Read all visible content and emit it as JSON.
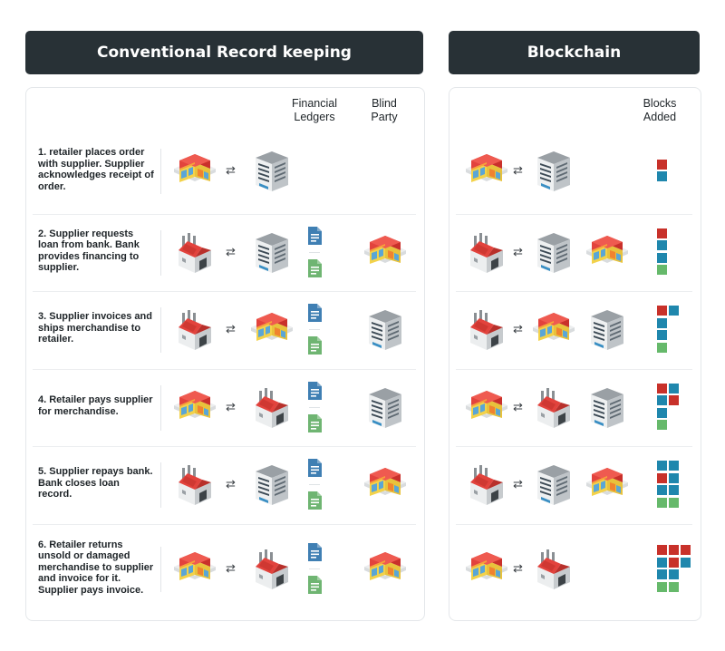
{
  "headers": {
    "conventional": "Conventional Record keeping",
    "blockchain": "Blockchain"
  },
  "columns": {
    "financial_ledgers": "Financial Ledgers",
    "blind_party": "Blind Party",
    "blocks_added": "Blocks Added"
  },
  "colors": {
    "header_bg": "#283136",
    "block_red": "#c8312a",
    "block_blue": "#1f87ad",
    "block_green": "#66b96b",
    "doc_blue": "#3f7fb3",
    "doc_green": "#6fb572"
  },
  "steps": [
    {
      "text": "1. retailer places order with supplier. Supplier acknowledges receipt of order.",
      "left_icons": [
        "store-icon",
        "office-building-icon"
      ],
      "ledgers": [],
      "blind_party": null,
      "chain_icons": [
        "store-icon",
        "office-building-icon"
      ],
      "blocks": [
        [
          "red"
        ],
        [
          "blue"
        ]
      ]
    },
    {
      "text": "2. Supplier requests loan from bank. Bank provides financing to supplier.",
      "left_icons": [
        "factory-icon",
        "office-building-icon"
      ],
      "ledgers": [
        "blue-document-icon",
        "green-document-icon"
      ],
      "blind_party": "store-icon",
      "chain_icons": [
        "factory-icon",
        "office-building-icon",
        "store-icon"
      ],
      "blocks": [
        [
          "red"
        ],
        [
          "blue"
        ],
        [
          "blue"
        ],
        [
          "green"
        ]
      ]
    },
    {
      "text": "3. Supplier invoices and ships merchandise to retailer.",
      "left_icons": [
        "factory-icon",
        "store-icon"
      ],
      "ledgers": [
        "blue-document-icon",
        "green-document-icon"
      ],
      "blind_party": "office-building-icon",
      "chain_icons": [
        "factory-icon",
        "store-icon",
        "office-building-icon"
      ],
      "blocks": [
        [
          "red",
          "blue"
        ],
        [
          "blue"
        ],
        [
          "blue"
        ],
        [
          "green"
        ]
      ]
    },
    {
      "text": "4. Retailer pays supplier for merchandise.",
      "left_icons": [
        "store-icon",
        "factory-icon"
      ],
      "ledgers": [
        "blue-document-icon",
        "green-document-icon"
      ],
      "blind_party": "office-building-icon",
      "chain_icons": [
        "store-icon",
        "factory-icon",
        "office-building-icon"
      ],
      "blocks": [
        [
          "red",
          "blue"
        ],
        [
          "blue",
          "red"
        ],
        [
          "blue"
        ],
        [
          "green"
        ]
      ]
    },
    {
      "text": "5. Supplier repays bank. Bank closes loan record.",
      "left_icons": [
        "factory-icon",
        "office-building-icon"
      ],
      "ledgers": [
        "blue-document-icon",
        "green-document-icon"
      ],
      "blind_party": "store-icon",
      "chain_icons": [
        "factory-icon",
        "office-building-icon",
        "store-icon"
      ],
      "blocks": [
        [
          "blue",
          "blue"
        ],
        [
          "red",
          "blue"
        ],
        [
          "blue",
          "blue"
        ],
        [
          "green",
          "green"
        ]
      ]
    },
    {
      "text": "6. Retailer returns unsold or damaged merchandise to supplier and invoice for it. Supplier pays invoice.",
      "left_icons": [
        "store-icon",
        "factory-icon"
      ],
      "ledgers": [
        "blue-document-icon",
        "green-document-icon"
      ],
      "blind_party": "store-icon",
      "chain_icons": [
        "store-icon",
        "factory-icon"
      ],
      "blocks": [
        [
          "red",
          "red",
          "red"
        ],
        [
          "blue",
          "red",
          "blue"
        ],
        [
          "blue",
          "blue"
        ],
        [
          "green",
          "green"
        ]
      ]
    }
  ]
}
